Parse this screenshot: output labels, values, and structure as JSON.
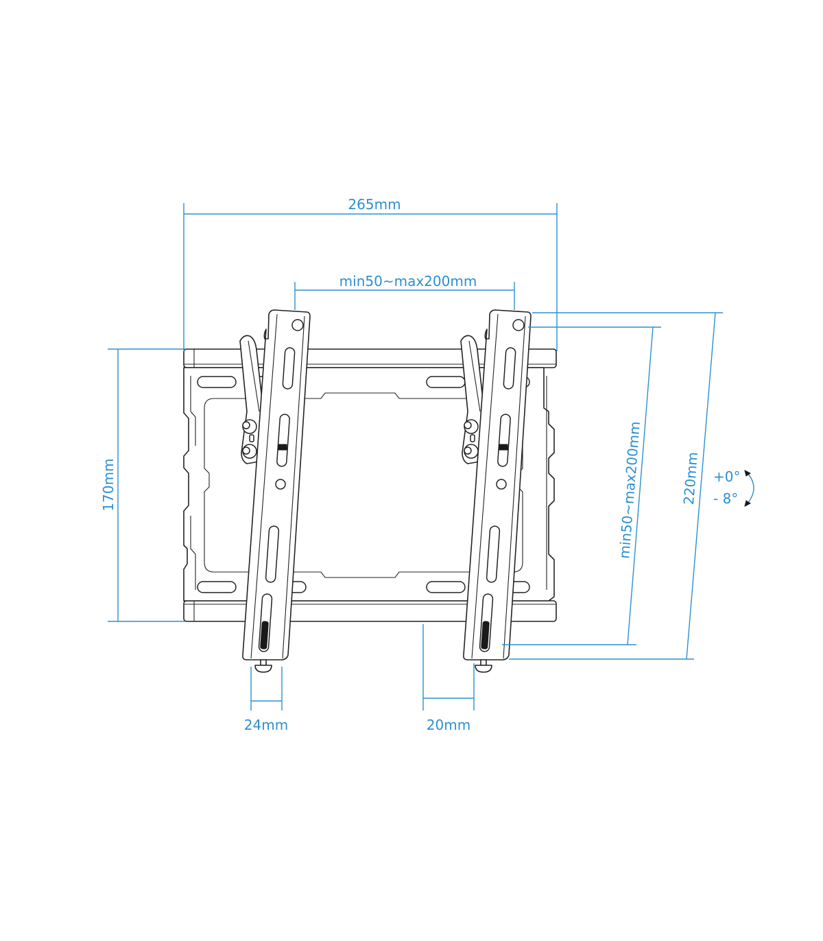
{
  "diagram": {
    "subject": "Tilting TV wall mount bracket (front view)",
    "colors": {
      "dimension": "#2b8fd0",
      "outline": "#222222",
      "background": "#ffffff"
    },
    "dimensions": {
      "overall_width": "265mm",
      "vesa_horizontal": "min50~max200mm",
      "wall_plate_height": "170mm",
      "vesa_vertical": "min50~max200mm",
      "arm_length": "220mm",
      "wall_gap": "24mm",
      "bottom_offset": "20mm"
    },
    "tilt": {
      "max": "+0°",
      "min": "- 8°"
    }
  }
}
